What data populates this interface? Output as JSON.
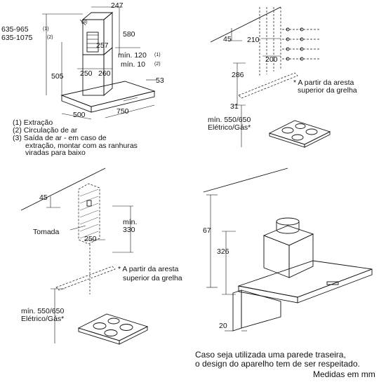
{
  "panel1": {
    "dims": {
      "top_width": "247",
      "duct_height": "580",
      "duct_depth": "257",
      "height_a": "635-965",
      "height_a_note": "(1)",
      "height_b": "635-1075",
      "height_b_note": "(2)",
      "min_a": "mín. 120",
      "min_a_note": "(1)",
      "min_b": "mín. 10",
      "min_b_note": "(2)",
      "canopy_height": "505",
      "duct_width": "250",
      "duct_width_b": "260",
      "side": "53",
      "width": "500",
      "depth": "750",
      "callout": "(3)"
    },
    "legend": [
      "(1) Extração",
      "(2) Circulação de ar",
      "(3) Saída de ar - em caso de",
      "extração, montar com as ranhuras",
      "viradas para baixo"
    ]
  },
  "panel2": {
    "dims": {
      "d45": "45",
      "d210": "210",
      "d200": "200",
      "d286": "286",
      "d31": "31"
    },
    "note_line1": "* A partir da aresta",
    "note_line2": "superior da grelha",
    "min_line1": "mín. 550/650",
    "min_line2": "Elétrico/Gás*"
  },
  "panel3": {
    "dims": {
      "d45": "45",
      "d250": "250",
      "min_label": "mín.",
      "min_value": "330"
    },
    "socket_label": "Tomada",
    "note_line1": "* A partir da aresta",
    "note_line2": "superior da grelha",
    "min_line1": "mín. 550/650",
    "min_line2": "Elétrico/Gás*"
  },
  "panel4": {
    "dims": {
      "d67": "67",
      "d326": "326",
      "d20": "20"
    }
  },
  "footer": {
    "line1": "Caso seja utilizada uma parede traseira,",
    "line2": "o design do aparelho tem de ser respeitado.",
    "units": "Medidas em mm"
  }
}
